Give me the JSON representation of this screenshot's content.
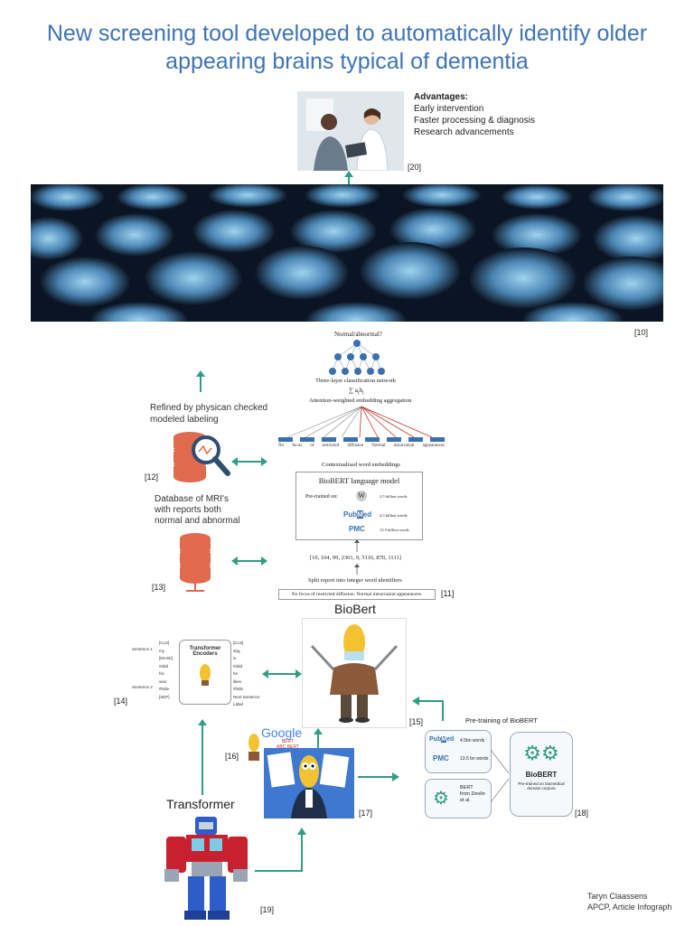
{
  "title_line1": "New screening tool developed to automatically identify older",
  "title_line2": "appearing brains typical of dementia",
  "advantages": {
    "heading": "Advantages:",
    "items": [
      "Early intervention",
      "Faster processing & diagnosis",
      "Research advancements"
    ],
    "ref": "[20]"
  },
  "mri_ref": "[10]",
  "refined_label_line1": "Refined by physican checked",
  "refined_label_line2": "modeled labeling",
  "database_line1": "Database of MRI's",
  "database_line2": "with reports both",
  "database_line3": "normal and abnormal",
  "ref_12": "[12]",
  "ref_13": "[13]",
  "pipeline": {
    "normal_abnormal": "Normal/abnormal?",
    "three_layer": "Three-layer classification network",
    "aggregation": "Attention-weighted embedding aggregation",
    "tokens": [
      "No",
      "focus",
      "of",
      "restricted",
      "diffusion",
      "Normal",
      "intracranial",
      "appearances"
    ],
    "contextualised": "Contextualised word embeddings",
    "biobert_model": "BioBERT language model",
    "pretrained_on": "Pre-trained on:",
    "wiki_name": "Wikipedia",
    "wiki_words": "2.5 billion words",
    "pubmed_words": "4.5 billion words",
    "pmc_words": "13.5 billion words",
    "ids": "[10, 104, 99, 2301, 9, 5116, 870, 1111]",
    "split": "Split report into integer word identifiers",
    "report": "No focus of restricted diffusion. Normal intracranial appearances.",
    "ref": "[11]"
  },
  "biobert_title": "BioBert",
  "transformer_diagram": {
    "box_title_line1": "Transformer",
    "box_title_line2": "Encoders",
    "sentence1": "Sentence 1",
    "sentence2": "Sentence 2",
    "inputs": [
      "[CLS]",
      "my",
      "[MASK]",
      "#ddd",
      "his",
      "was",
      "#hide",
      "[SEP]"
    ],
    "outputs": [
      "[CLS]",
      "dog",
      "is",
      "#ddd",
      "he",
      "likes",
      "#hide",
      "Next Sentence Label"
    ],
    "ref": "[14]"
  },
  "ref_15": "[15]",
  "ref_16": "[16]",
  "ref_17": "[17]",
  "ref_18": "[18]",
  "ref_19": "[19]",
  "google_bert": {
    "google": "Google",
    "bert": "BERT",
    "sub": "ABC BERT"
  },
  "pretraining": {
    "title": "Pre-training of BioBERT",
    "pubmed_words": "4.5bn words",
    "pmc_words": "13.5 bn words",
    "bert_line1": "BERT",
    "bert_line2": "from Devlin",
    "bert_line3": "et al.",
    "biobert": "BioBERT",
    "biobert_desc_line1": "Pre-trained on biomedical",
    "biobert_desc_line2": "domain corpora"
  },
  "transformer_label": "Transformer",
  "credit_line1": "Taryn Claassens",
  "credit_line2": "APCP, Article Infograph",
  "colors": {
    "title": "#3f73b5",
    "arrow": "#2f9e85",
    "database": "#e06a4e",
    "node": "#3a6fb0"
  }
}
